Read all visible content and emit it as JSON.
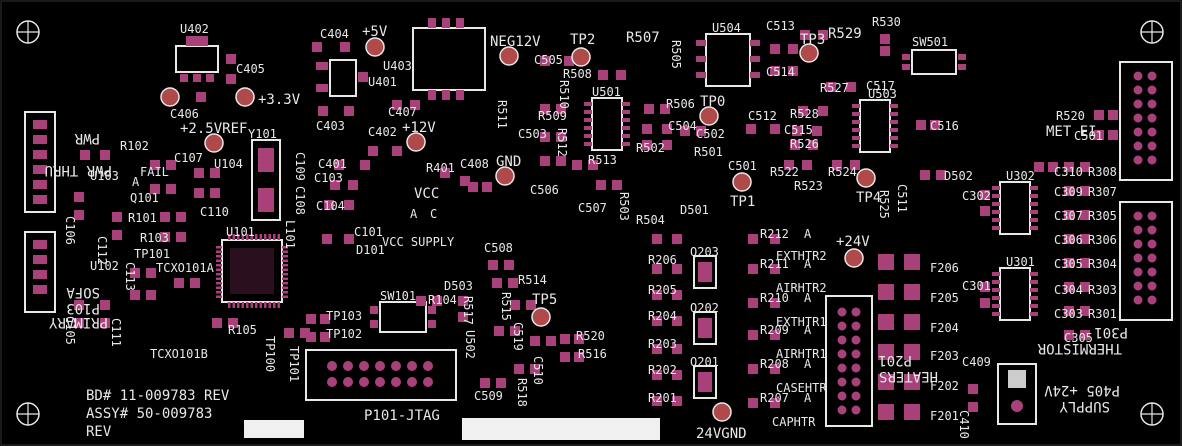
{
  "board": {
    "bd_number": "BD# 11-009783 REV",
    "assy_number": "ASSY# 50-009783",
    "rev": "REV",
    "colors": {
      "background": "#000000",
      "silkscreen": "#e8e8e8",
      "pad": "#a8407a",
      "testpoint": "#b04a4a"
    }
  },
  "labels": {
    "u402": "U402",
    "c404": "C404",
    "plus5v": "+5V",
    "u403": "U403",
    "neg12v": "NEG12V",
    "tp2": "TP2",
    "r507": "R507",
    "r505": "R505",
    "u504": "U504",
    "c513": "C513",
    "tp3": "TP3",
    "r529": "R529",
    "r530": "R530",
    "sw501": "SW501",
    "c405": "C405",
    "plus33v": "+3.3V",
    "u401": "U401",
    "c505": "C505",
    "r508": "R508",
    "c406": "C406",
    "c403": "C403",
    "c407": "C407",
    "u501": "U501",
    "r506": "R506",
    "tp0": "TP0",
    "c514": "C514",
    "r527": "R527",
    "u503": "U503",
    "c517": "C517",
    "r511": "R511",
    "r510": "R510",
    "r509": "R509",
    "c512": "C512",
    "r528": "R528",
    "c516": "C516",
    "plus25vref": "+2.5VREF",
    "y101": "Y101",
    "c402": "C402",
    "plus12v": "+12V",
    "c503": "C503",
    "c504": "C504",
    "c502": "C502",
    "c515": "C515",
    "r512": "R512",
    "r502": "R502",
    "r526": "R526",
    "c107": "C107",
    "u104": "U104",
    "c401": "C401",
    "r401": "R401",
    "c408": "C408",
    "gnd": "GND",
    "r513": "R513",
    "r501": "R501",
    "c501": "C501",
    "r522": "R522",
    "r524": "R524",
    "d502": "D502",
    "c103": "C103",
    "c109": "C109",
    "vcc": "VCC",
    "c506": "C506",
    "r523": "R523",
    "tp4": "TP4",
    "c511": "C511",
    "r525": "R525",
    "u103": "U103",
    "q101": "Q101",
    "c108": "C108",
    "c104": "C104",
    "c110": "C110",
    "a_mark": "A",
    "c_mark": "C",
    "c507": "C507",
    "r503": "R503",
    "d501": "D501",
    "r504": "R504",
    "tp1": "TP1",
    "r101": "R101",
    "l101": "L101",
    "c101": "C101",
    "d101": "D101",
    "vcc_supply": "VCC SUPPLY",
    "r103": "R103",
    "tp101": "TP101",
    "u101": "U101",
    "u102": "U102",
    "tcxo101a": "TCXO101A",
    "c113": "C113",
    "c508": "C508",
    "r514": "R514",
    "d503": "D503",
    "sw101": "SW101",
    "r104": "R104",
    "tp5": "TP5",
    "r517": "R517",
    "r515": "R515",
    "tp103": "TP103",
    "tp102": "TP102",
    "c519": "C519",
    "r520": "R520",
    "u502": "U502",
    "r105": "R105",
    "r516": "R516",
    "c105": "C105",
    "c111": "C111",
    "tcxo101b": "TCXO101B",
    "tp100": "TP100",
    "tp101b": "TP101",
    "c510": "C510",
    "c509": "C509",
    "r518": "R518",
    "p101_jtag": "P101-JTAG",
    "r212": "R212",
    "plus24v": "+24V",
    "r206": "R206",
    "q203": "Q203",
    "exthtr2": "EXTHTR2",
    "f206": "F206",
    "r211": "R211",
    "r205": "R205",
    "airhtr2": "AIRHTR2",
    "f205": "F205",
    "r210": "R210",
    "q202": "Q202",
    "r204": "R204",
    "exthtr1": "EXTHTR1",
    "f204": "F204",
    "r209": "R209",
    "r203": "R203",
    "airhtr1": "AIRHTR1",
    "f203": "F203",
    "p201": "P201",
    "heaters": "HEATERS",
    "q201": "Q201",
    "r208": "R208",
    "casehtr": "CASEHTR",
    "c409": "C409",
    "p405_24v": "P405 +24V",
    "supply": "SUPPLY",
    "r202": "R202",
    "r201": "R201",
    "r207": "R207",
    "caphtr": "CAPHTR",
    "f202": "F202",
    "f201": "F201",
    "c410": "C410",
    "gnd24v": "24VGND",
    "r520b": "R520",
    "c501b": "C501",
    "met_ei": "MET EI",
    "c310": "C310",
    "r308": "R308",
    "u302": "U302",
    "c302": "C302",
    "c309": "C309",
    "r307": "R307",
    "c307": "C307",
    "r305": "R305",
    "c306": "C306",
    "r306": "R306",
    "c305": "C305",
    "r304": "R304",
    "u301": "U301",
    "c301": "C301",
    "c304": "C304",
    "r303": "R303",
    "c303": "C303",
    "r301": "R301",
    "p301": "P301",
    "thermistor": "THERMISTOR",
    "c305b": "C305",
    "pwr": "PWR",
    "pwr_thru": "PWR THRU",
    "r102": "R102",
    "fail": "FAIL",
    "c106": "C106",
    "c112": "C112",
    "sofa": "SOFA",
    "p103": "P103",
    "primary": "PRIMARY"
  }
}
